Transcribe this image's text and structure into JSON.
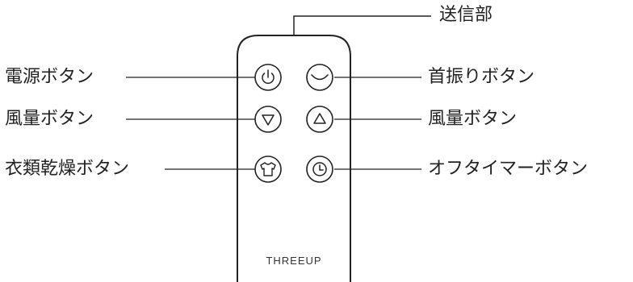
{
  "remote": {
    "brand": "THREEUP",
    "transmitter_label": "送信部"
  },
  "left_labels": {
    "power": "電源ボタン",
    "fan_speed": "風量ボタン",
    "clothes_dry": "衣類乾燥ボタン"
  },
  "right_labels": {
    "swing": "首振りボタン",
    "fan_speed": "風量ボタン",
    "off_timer": "オフタイマーボタン"
  },
  "buttons": [
    {
      "id": "power",
      "icon": "power-icon"
    },
    {
      "id": "swing",
      "icon": "swing-icon"
    },
    {
      "id": "fan-down",
      "icon": "triangle-down-icon"
    },
    {
      "id": "fan-up",
      "icon": "triangle-up-icon"
    },
    {
      "id": "clothes-dry",
      "icon": "shirt-icon"
    },
    {
      "id": "off-timer",
      "icon": "clock-icon"
    }
  ],
  "colors": {
    "line": "#222222",
    "background": "#ffffff"
  }
}
